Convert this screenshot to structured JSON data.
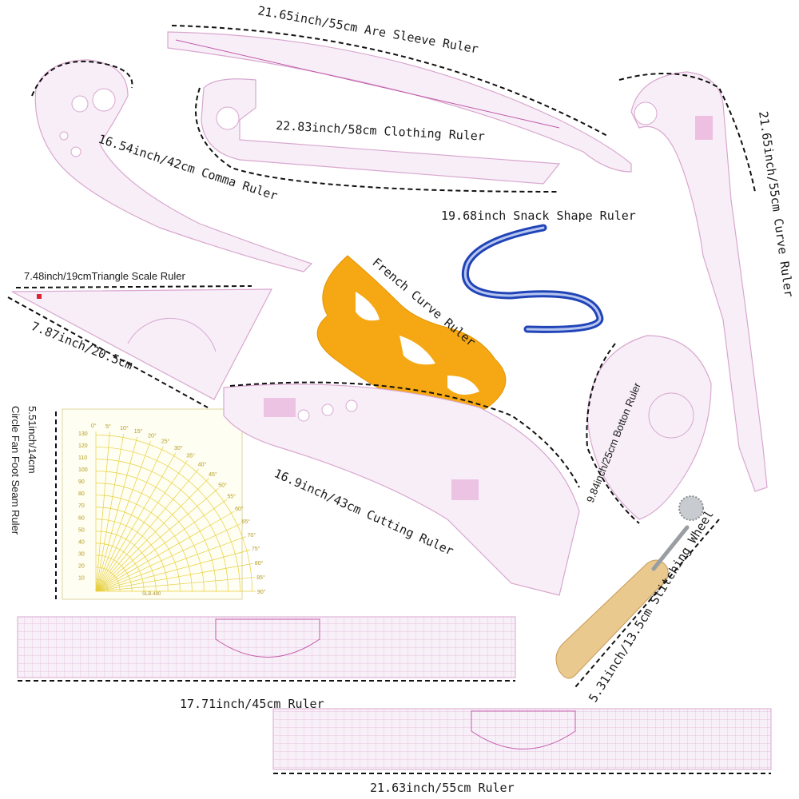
{
  "products": {
    "arc_sleeve_ruler": {
      "label": "21.65inch/55cm Are Sleeve Ruler"
    },
    "clothing_ruler": {
      "label": "22.83inch/58cm Clothing Ruler"
    },
    "comma_ruler": {
      "label": "16.54inch/42cm Comma Ruler"
    },
    "snake_ruler": {
      "label": "19.68inch Snack Shape Ruler"
    },
    "curve_ruler": {
      "label": "21.65inch/55cm  Curve Ruler"
    },
    "triangle_ruler": {
      "label_top": "7.48inch/19cmTriangle Scale Ruler",
      "label_side": "7.87inch/20.5cm"
    },
    "french_curve": {
      "label": "French Curve Ruler"
    },
    "bottom_ruler": {
      "label": "9.84inch/25cm Botton Ruler"
    },
    "fan_ruler": {
      "label_1": "5.51inch/14cm",
      "label_2": "Circle Fan Foot Seam Ruler",
      "printed_code": "SLB-480"
    },
    "cutting_ruler": {
      "label": "16.9inch/43cm Cutting Ruler"
    },
    "stitching_wheel": {
      "label": "5.31inch/13.5cm Stitching Wheel"
    },
    "ruler_45": {
      "label": "17.71inch/45cm Ruler"
    },
    "ruler_55": {
      "label": "21.63inch/55cm Ruler"
    }
  },
  "fan_scale": {
    "angles": [
      "0°",
      "5°",
      "10°",
      "15°",
      "20°",
      "25°",
      "30°",
      "35°",
      "40°",
      "45°",
      "50°",
      "55°",
      "60°",
      "65°",
      "70°",
      "75°",
      "80°",
      "85°",
      "90°"
    ],
    "radii": [
      "130",
      "120",
      "110",
      "100",
      "90",
      "80",
      "70",
      "60",
      "50",
      "40",
      "30",
      "20",
      "10"
    ]
  },
  "colors": {
    "ruler_pink": "#d9a7cf",
    "french_curve_orange": "#f6a814",
    "snake_blue": "#2044b8",
    "fan_yellow": "#e6cf3c",
    "wood": "#e9c98e"
  }
}
